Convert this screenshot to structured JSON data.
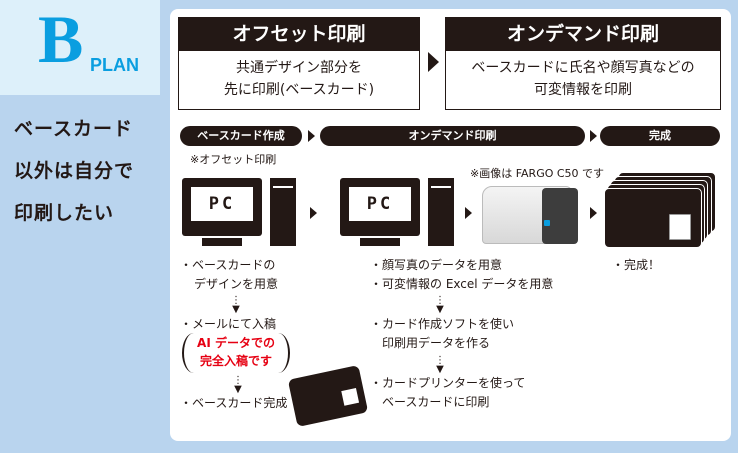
{
  "logo": {
    "letter": "B",
    "word": "PLAN"
  },
  "side": {
    "lines": [
      "ベースカード",
      "以外は自分で",
      "印刷したい"
    ]
  },
  "offset": {
    "title": "オフセット印刷",
    "line1": "共通デザイン部分を",
    "line2": "先に印刷(ベースカード)"
  },
  "ondemand": {
    "title": "オンデマンド印刷",
    "line1": "ベースカードに氏名や顔写真などの",
    "line2": "可変情報を印刷"
  },
  "steps": [
    "ベースカード作成",
    "オンデマンド印刷",
    "完成"
  ],
  "offset_note": "※オフセット印刷",
  "printer_note": "※画像は FARGO C50 です",
  "pc_label": "PC",
  "left_list": {
    "a1": "・ベースカードの",
    "a2": "デザインを用意",
    "b1": "・メールにて入稿",
    "red1": "AI データでの",
    "red2": "完全入稿です",
    "c1": "・ベースカード完成"
  },
  "mid_list": {
    "a1": "・顔写真のデータを用意",
    "a2": "・可変情報の Excel データを用意",
    "b1": "・カード作成ソフトを使い",
    "b2": "印刷用データを作る",
    "c1": "・カードプリンターを使って",
    "c2": "ベースカードに印刷"
  },
  "right_list": {
    "a1": "・完成！"
  },
  "colors": {
    "accent": "#0a9ee0",
    "red": "#e60012",
    "bg": "#b9d4ee"
  }
}
